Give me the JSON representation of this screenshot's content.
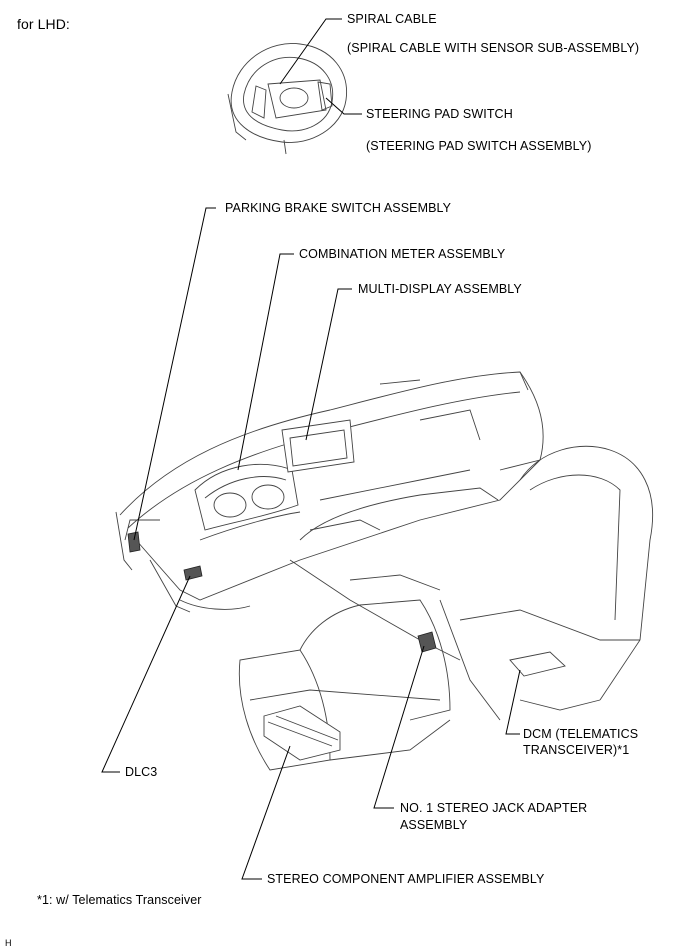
{
  "variant": "for LHD:",
  "labels": {
    "spiral_cable": "SPIRAL CABLE",
    "spiral_cable_sub": "(SPIRAL CABLE WITH SENSOR SUB-ASSEMBLY)",
    "steering_pad_switch": "STEERING PAD SWITCH",
    "steering_pad_switch_sub": "(STEERING PAD SWITCH ASSEMBLY)",
    "parking_brake_switch": "PARKING BRAKE SWITCH ASSEMBLY",
    "combination_meter": "COMBINATION METER ASSEMBLY",
    "multi_display": "MULTI-DISPLAY ASSEMBLY",
    "dcm_line1": "DCM (TELEMATICS",
    "dcm_line2": "TRANSCEIVER)*1",
    "dlc3": "DLC3",
    "stereo_jack_line1": "NO. 1 STEREO JACK ADAPTER",
    "stereo_jack_line2": "ASSEMBLY",
    "stereo_amplifier": "STEREO COMPONENT AMPLIFIER ASSEMBLY"
  },
  "footnote": "*1: w/ Telematics Transceiver",
  "figure_code": "H"
}
